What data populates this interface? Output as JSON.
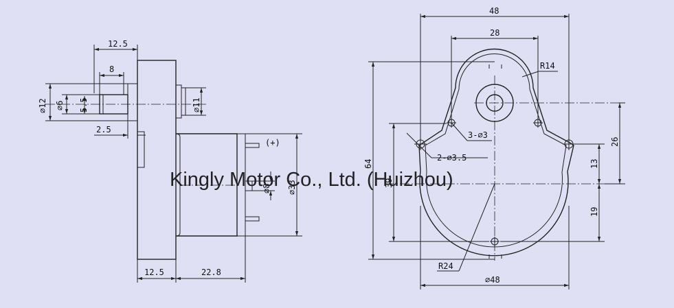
{
  "watermark": "Kingly Motor Co., Ltd. (Huizhou)",
  "side_view": {
    "dims": {
      "shaft_len": "12.5",
      "shaft_flat": "8",
      "dia12": "⌀12",
      "dia6": "⌀6",
      "flat_5_5": "5.5",
      "dia11": "⌀11",
      "collar_2_5": "2.5",
      "polarity": "(+)",
      "dia8": "⌀8",
      "dia33": "⌀33",
      "gearbox_len": "12.5",
      "motor_len": "22.8"
    }
  },
  "front_view": {
    "dims": {
      "width_48": "48",
      "width_28": "28",
      "r14": "R14",
      "holes_3": "3-⌀3",
      "holes_2": "2-⌀3.5",
      "height_64": "64",
      "height_39": "39",
      "v26": "26",
      "v13": "13",
      "v19": "19",
      "r24": "R24",
      "dia48": "⌀48"
    }
  }
}
